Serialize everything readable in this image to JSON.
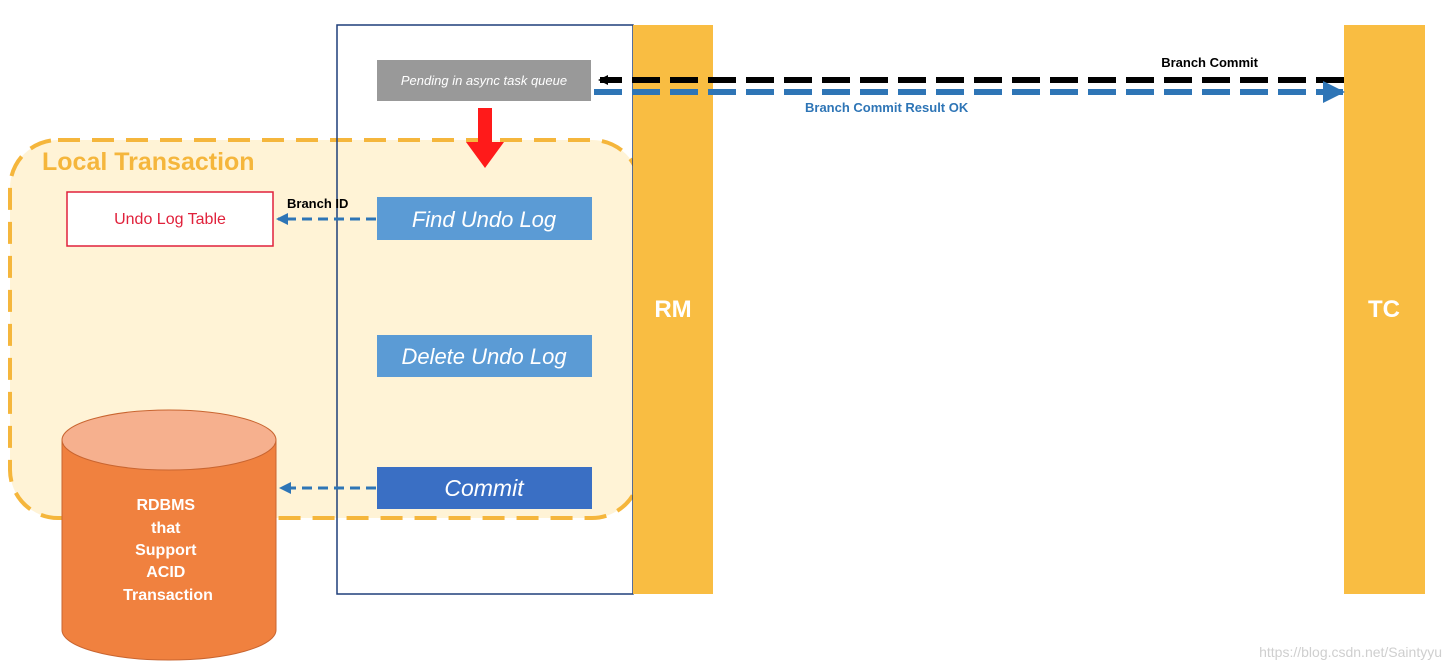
{
  "title": "",
  "local_transaction": {
    "label": "Local Transaction"
  },
  "undo_log_table": {
    "label": "Undo Log Table"
  },
  "rdbms": {
    "lines": [
      "RDBMS",
      "that",
      "Support",
      "ACID",
      "Transaction"
    ]
  },
  "steps": {
    "pending": "Pending in async task queue",
    "find_undo_log": "Find Undo Log",
    "delete_undo_log": "Delete Undo Log",
    "commit": "Commit"
  },
  "participants": {
    "rm": "RM",
    "tc": "TC"
  },
  "messages": {
    "branch_commit": "Branch Commit",
    "branch_commit_result": "Branch Commit Result OK",
    "branch_id": "Branch ID"
  },
  "watermark": "https://blog.csdn.net/Saintyyu",
  "colors": {
    "local_transaction_fill": "#fff3d6",
    "local_transaction_border": "#f5b63c",
    "rm_tc_bar": "#f9bd42",
    "step_box": "#5b9bd5",
    "commit_box": "#3a6fc4",
    "pending_box": "#999999",
    "rdbms_body": "#f0813f",
    "rdbms_top": "#f6b08e",
    "result_arrow": "#2e75b6",
    "red_arrow": "#ff1a1a",
    "undo_border": "#e0213b",
    "undo_text": "#e0213b"
  }
}
